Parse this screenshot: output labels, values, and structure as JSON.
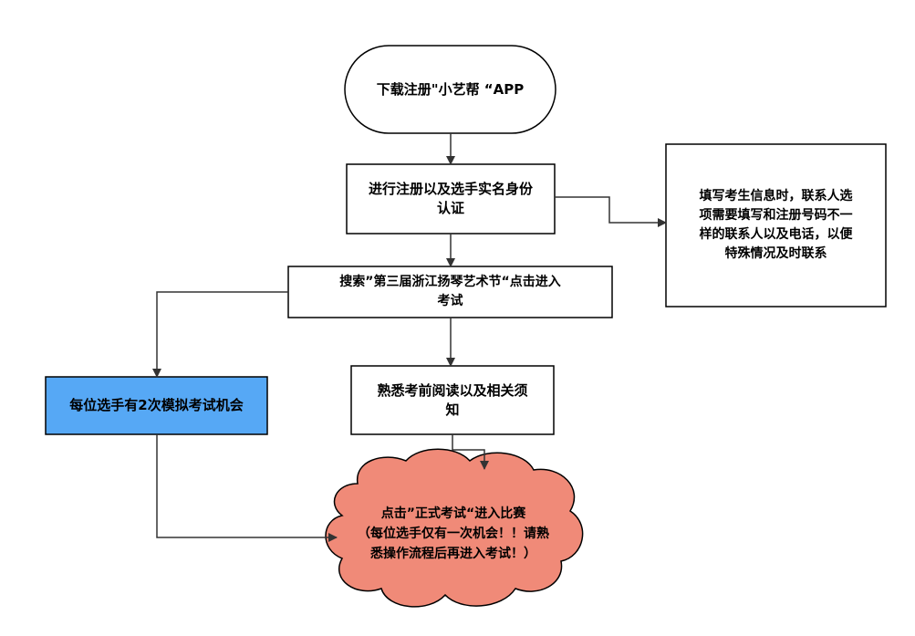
{
  "nodes": {
    "start": {
      "text": "下载注册\"小艺帮 “APP"
    },
    "register": {
      "text": "进行注册以及选手实名身份\n认证"
    },
    "note": {
      "text": "填写考生信息时，联系人选\n项需要填写和注册号码不一\n样的联系人以及电话，以便\n特殊情况及时联系"
    },
    "search": {
      "text": "搜索”第三届浙江扬琴艺术节“点击进入\n考试"
    },
    "mock": {
      "text": "每位选手有2次模拟考试机会"
    },
    "rules": {
      "text": "熟悉考前阅读以及相关须\n知"
    },
    "exam": {
      "text": "点击”正式考试“进入比赛\n（每位选手仅有一次机会！！请熟\n悉操作流程后再进入考试！）"
    }
  },
  "colors": {
    "line": "#333333",
    "mock_fill": "#56a8f5",
    "cloud_fill": "#f08a78",
    "box_fill": "#ffffff"
  }
}
